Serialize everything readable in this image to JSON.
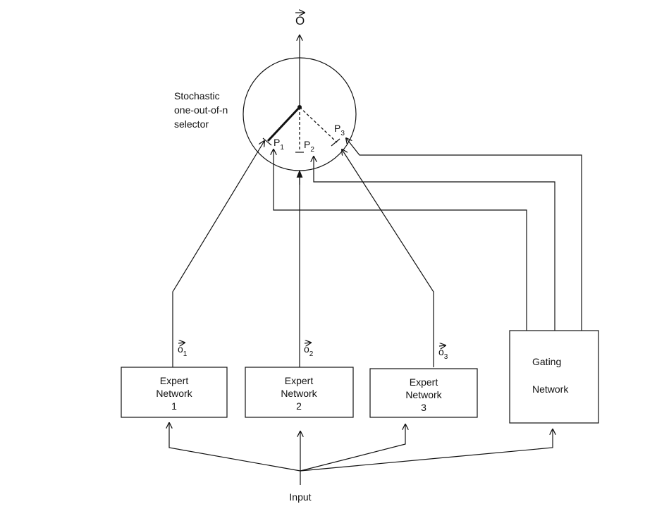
{
  "output_label": "O",
  "selector": {
    "label_lines": [
      "Stochastic",
      "one-out-of-n",
      "selector"
    ],
    "probabilities": [
      {
        "name": "P",
        "sub": "1"
      },
      {
        "name": "P",
        "sub": "2"
      },
      {
        "name": "P",
        "sub": "3"
      }
    ]
  },
  "experts": [
    {
      "line1": "Expert",
      "line2": "Network",
      "line3": "1",
      "output_name": "o",
      "output_sub": "1"
    },
    {
      "line1": "Expert",
      "line2": "Network",
      "line3": "2",
      "output_name": "o",
      "output_sub": "2"
    },
    {
      "line1": "Expert",
      "line2": "Network",
      "line3": "3",
      "output_name": "o",
      "output_sub": "3"
    }
  ],
  "gating": {
    "line1": "Gating",
    "line2": "Network"
  },
  "input_label": "Input"
}
